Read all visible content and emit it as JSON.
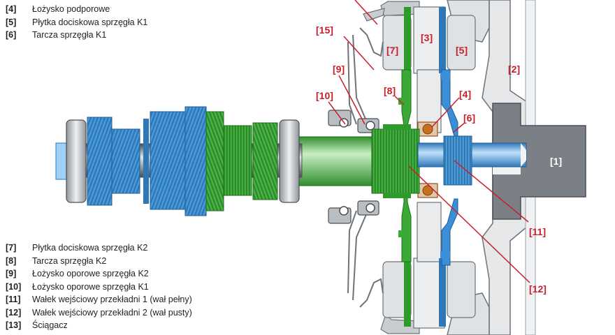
{
  "legend_top": [
    {
      "num": "[4]",
      "text": "Łożysko podporowe"
    },
    {
      "num": "[5]",
      "text": "Płytka dociskowa sprzęgła K1"
    },
    {
      "num": "[6]",
      "text": "Tarcza sprzęgła K1"
    }
  ],
  "legend_bottom": [
    {
      "num": "[7]",
      "text": "Płytka dociskowa sprzęgła K2"
    },
    {
      "num": "[8]",
      "text": "Tarcza sprzęgła K2"
    },
    {
      "num": "[9]",
      "text": "Łożysko oporowe sprzęgła K2"
    },
    {
      "num": "[10]",
      "text": "Łożysko oporowe sprzęgła K1"
    },
    {
      "num": "[11]",
      "text": "Wałek wejściowy przekładni 1 (wał pełny)"
    },
    {
      "num": "[12]",
      "text": "Wałek wejściowy przekładni 2 (wał pusty)"
    },
    {
      "num": "[13]",
      "text": "Ściągacz"
    }
  ],
  "callouts": {
    "c1": "[1]",
    "c2": "[2]",
    "c3": "[3]",
    "c4": "[4]",
    "c5": "[5]",
    "c6": "[6]",
    "c7": "[7]",
    "c8": "[8]",
    "c9": "[9]",
    "c10": "[10]",
    "c11": "[11]",
    "c12": "[12]",
    "c15": "[15]"
  },
  "colors": {
    "callout_red": "#c8202b",
    "shaft_green": "#39a935",
    "shaft_blue": "#3a8fd6",
    "housing_gray": "#9aa0a6",
    "bearing_orange": "#c8701e"
  }
}
